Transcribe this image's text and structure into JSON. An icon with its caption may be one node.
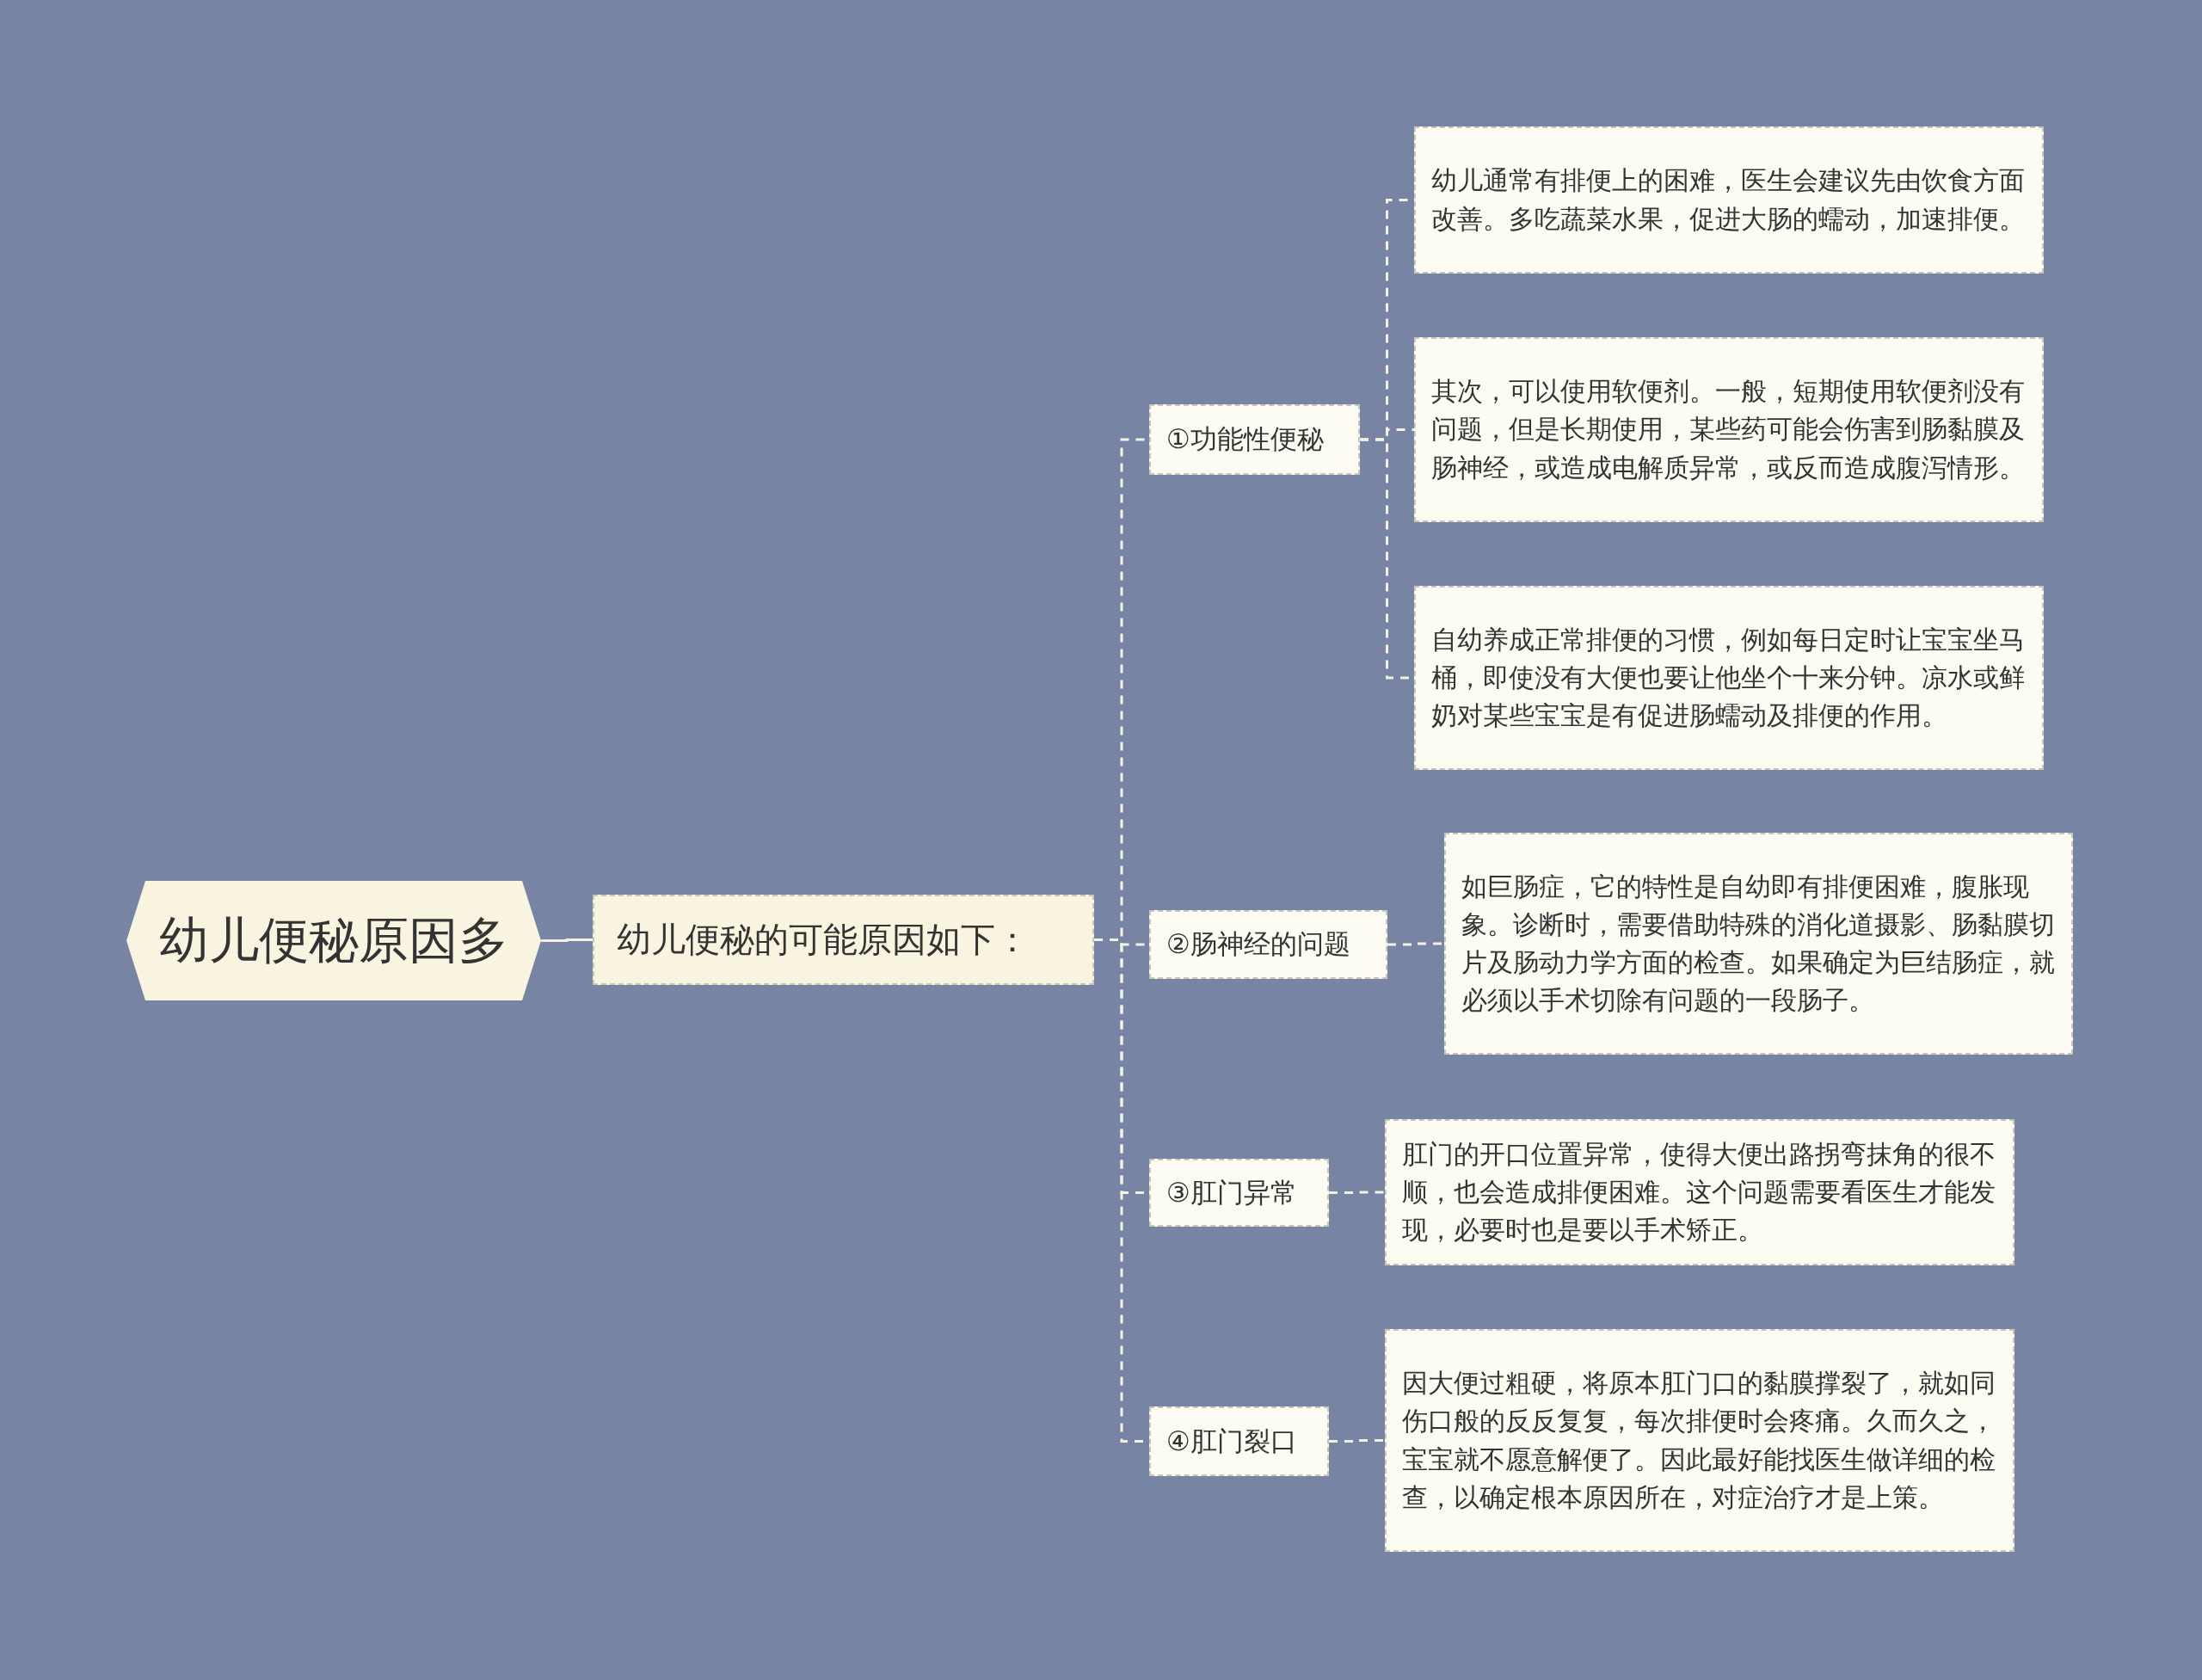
{
  "diagram": {
    "nodes": [
      {
        "text": [
          "幼儿便秘原因多"
        ]
      },
      {
        "text": [
          "幼儿便秘的可能原因如下："
        ]
      },
      {
        "text": [
          "①功能性便秘"
        ]
      },
      {
        "text": [
          "幼儿通常有排便上的困难，医生会建议先由饮食方面改善。多吃蔬菜水果，促进大肠的蠕动，加速排便。"
        ]
      },
      {
        "text": [
          "其次，可以使用软便剂。一般，短期使用软便剂没有问题，但是长期使用，某些药可能会伤害到肠黏膜及肠神经，或造成电解质异常，或反而造成腹泻情形。"
        ]
      },
      {
        "text": [
          "自幼养成正常排便的习惯，例如每日定时让宝宝坐马桶，即使没有大便也要让他坐个十来分钟。凉水或鲜奶对某些宝宝是有促进肠蠕动及排便的作用。"
        ]
      },
      {
        "text": [
          "②肠神经的问题"
        ]
      },
      {
        "text": [
          "如巨肠症，它的特性是自幼即有排便困难，腹胀现象。诊断时，需要借助特殊的消化道摄影、肠黏膜切片及肠动力学方面的检查。如果确定为巨结肠症，就必须以手术切除有问题的一段肠子。"
        ]
      },
      {
        "text": [
          "③肛门异常"
        ]
      },
      {
        "text": [
          "肛门的开口位置异常，使得大便出路拐弯抹角的很不顺，也会造成排便困难。这个问题需要看医生才能发现，必要时也是要以手术矫正。"
        ]
      },
      {
        "text": [
          "④肛门裂口"
        ]
      },
      {
        "text": [
          "因大便过粗硬，将原本肛门口的黏膜撑裂了，就如同伤口般的反反复复，每次排便时会疼痛。久而久之，宝宝就不愿意解便了。因此最好能找医生做详细的检查，以确定根本原因所在，对症治疗才是上策。"
        ]
      }
    ],
    "edges": [
      {
        "from": 0,
        "to": 1,
        "arrow": "none"
      },
      {
        "from": 1,
        "to": 2,
        "arrow": "none",
        "style": "dashed"
      },
      {
        "from": 1,
        "to": 6,
        "arrow": "none",
        "style": "dashed"
      },
      {
        "from": 1,
        "to": 8,
        "arrow": "none",
        "style": "dashed"
      },
      {
        "from": 1,
        "to": 10,
        "arrow": "none",
        "style": "dashed"
      },
      {
        "from": 2,
        "to": 3,
        "arrow": "none",
        "style": "dashed"
      },
      {
        "from": 2,
        "to": 4,
        "arrow": "none",
        "style": "dashed"
      },
      {
        "from": 2,
        "to": 5,
        "arrow": "none",
        "style": "dashed"
      },
      {
        "from": 6,
        "to": 7,
        "arrow": "none",
        "style": "dashed"
      },
      {
        "from": 8,
        "to": 9,
        "arrow": "none",
        "style": "dashed"
      },
      {
        "from": 10,
        "to": 11,
        "arrow": "none",
        "style": "dashed"
      }
    ]
  }
}
